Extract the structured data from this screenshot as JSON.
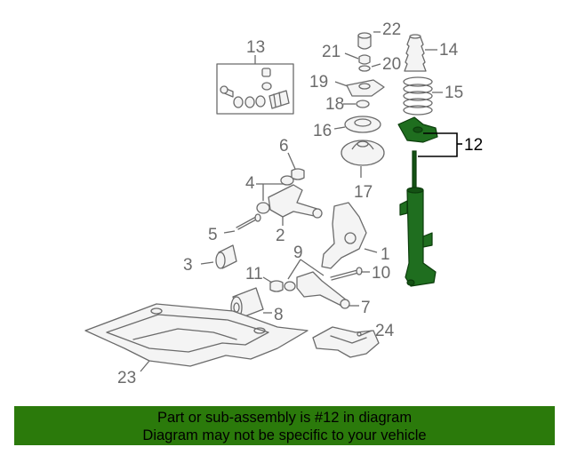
{
  "diagram": {
    "callouts": {
      "c1": "1",
      "c2": "2",
      "c3": "3",
      "c4": "4",
      "c5": "5",
      "c6": "6",
      "c7": "7",
      "c8": "8",
      "c9": "9",
      "c10": "10",
      "c11": "11",
      "c12": "12",
      "c13": "13",
      "c14": "14",
      "c15": "15",
      "c16": "16",
      "c17": "17",
      "c18": "18",
      "c19": "19",
      "c20": "20",
      "c21": "21",
      "c22": "22",
      "c23": "23",
      "c24": "24"
    },
    "highlight_color": "#1f6e1f"
  },
  "banner": {
    "line1": "Part or sub-assembly is #12 in diagram",
    "line2": "Diagram may not be specific to your vehicle",
    "background": "#2b7a0b"
  }
}
